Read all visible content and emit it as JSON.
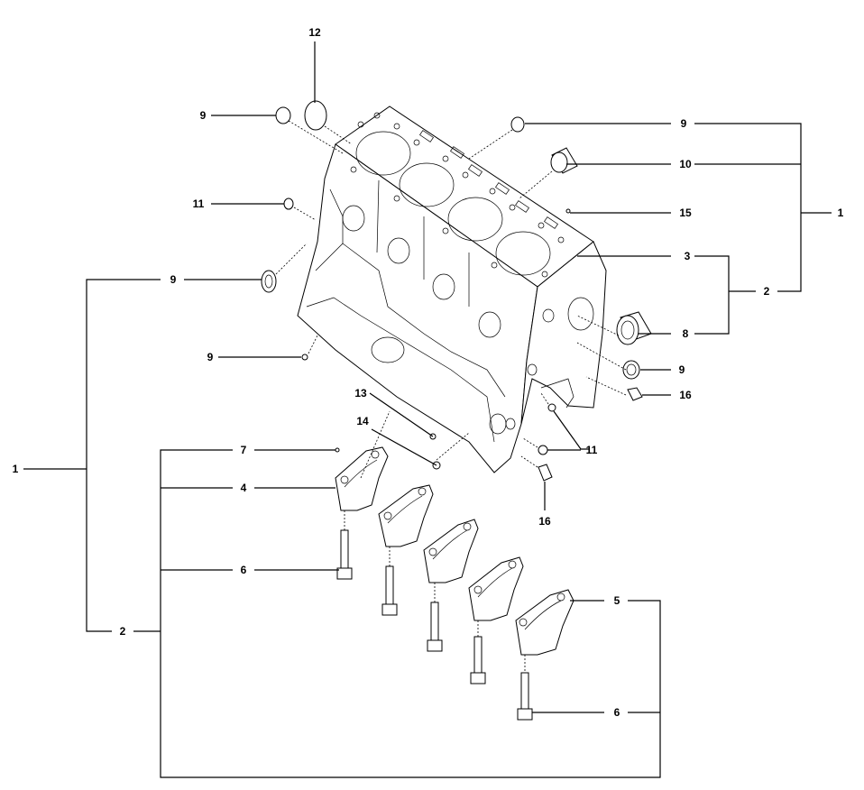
{
  "callouts": {
    "c12": "12",
    "c9_tl": "9",
    "c9_tr": "9",
    "c10": "10",
    "c11_l": "11",
    "c15": "15",
    "c1_r": "1",
    "c3": "3",
    "c2_r": "2",
    "c9_ml": "9",
    "c8": "8",
    "c9_l": "9",
    "c9_r": "9",
    "c16_r": "16",
    "c13": "13",
    "c14": "14",
    "c11_r": "11",
    "c1_l": "1",
    "c7": "7",
    "c4": "4",
    "c16_b": "16",
    "c6_l": "6",
    "c5": "5",
    "c2_l": "2",
    "c6_r": "6"
  }
}
